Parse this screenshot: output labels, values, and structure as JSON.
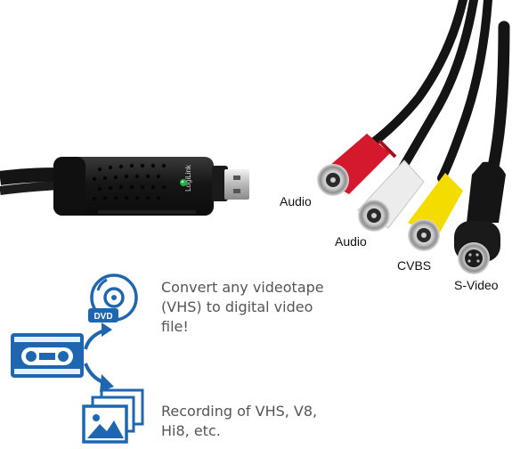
{
  "device": {
    "brand_logo_text": "LogiLink"
  },
  "cable_labels": {
    "audio_red": "Audio",
    "audio_white": "Audio",
    "cvbs": "CVBS",
    "svideo": "S-Video"
  },
  "features": [
    {
      "lines": [
        "Convert any videotape",
        "(VHS) to digital video",
        "file!"
      ]
    },
    {
      "lines": [
        "Recording of VHS, V8,",
        "Hi8, etc."
      ]
    }
  ],
  "icon_labels": {
    "disc_badge": "DVD"
  },
  "colors": {
    "icon_blue": "#1e67b0",
    "cable_black": "#141414",
    "plug_red": "#d3192b",
    "plug_white": "#ececec",
    "plug_yellow": "#f4dc00"
  },
  "icons": [
    "dvd-disc-icon",
    "videotape-icon",
    "photo-stack-icon",
    "curved-arrow-icon"
  ]
}
